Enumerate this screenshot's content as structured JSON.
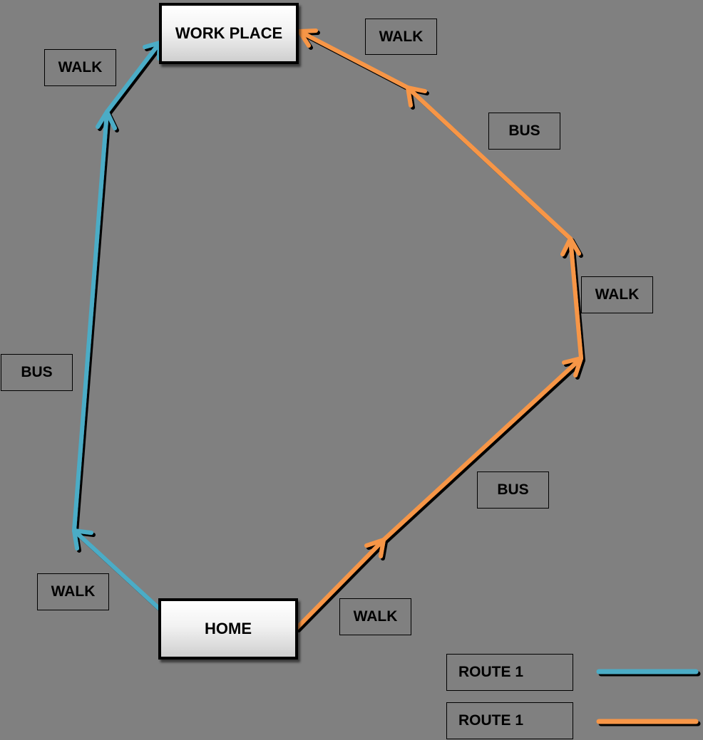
{
  "nodes": {
    "work": "WORK PLACE",
    "home": "HOME"
  },
  "labels": {
    "r1_walk_top": "WALK",
    "r1_bus": "BUS",
    "r1_walk_bottom": "WALK",
    "r2_walk_top": "WALK",
    "r2_bus_top": "BUS",
    "r2_walk_mid": "WALK",
    "r2_bus_bottom": "BUS",
    "r2_walk_bottom": "WALK"
  },
  "legend": [
    {
      "label": "ROUTE 1",
      "color": "#4BACC6"
    },
    {
      "label": "ROUTE 1",
      "color": "#F79646"
    }
  ],
  "colors": {
    "route_blue": "#4BACC6",
    "route_orange": "#F79646",
    "background": "#808080"
  }
}
